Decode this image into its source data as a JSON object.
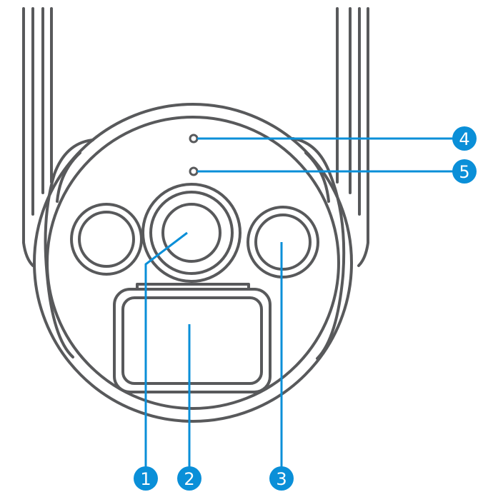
{
  "diagram": {
    "subject": "camera-front",
    "colors": {
      "outline": "#58595b",
      "callout": "#0a8fd8",
      "background": "#ffffff"
    },
    "callouts": [
      {
        "id": "1",
        "label": "1"
      },
      {
        "id": "2",
        "label": "2"
      },
      {
        "id": "3",
        "label": "3"
      },
      {
        "id": "4",
        "label": "4"
      },
      {
        "id": "5",
        "label": "5"
      }
    ]
  }
}
